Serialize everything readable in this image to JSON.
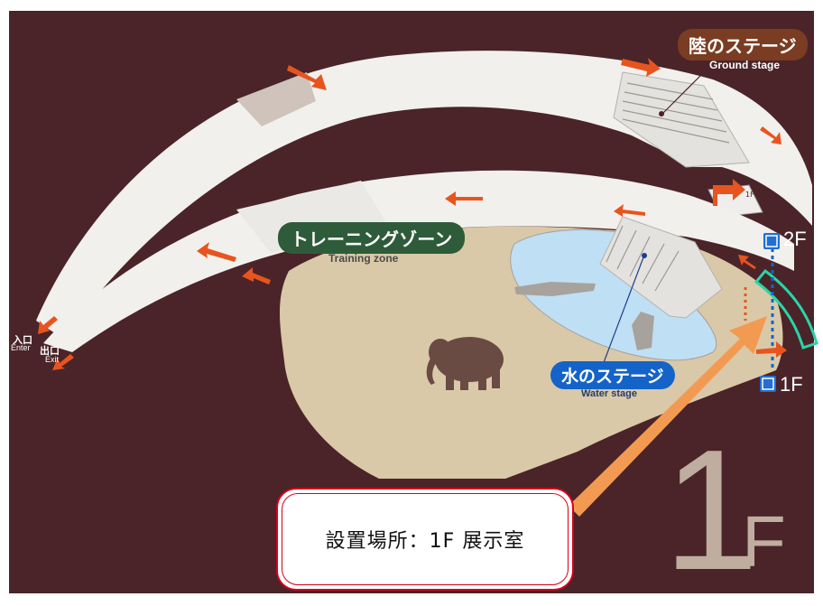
{
  "map": {
    "colors": {
      "background": "#ffffff",
      "map_bg": "#4a2428",
      "walkway": "#f2f0ec",
      "ground": "#d9c9a8",
      "water": "#bfdff5",
      "accent_arrow": "#e8541e",
      "callout_arrow": "#f39a52",
      "highlight": "#2ad4a8",
      "ground_stage_pill": "#7a3c22",
      "training_zone_pill": "#2e5c3a",
      "water_stage_pill": "#1463c8"
    },
    "labels": {
      "ground_stage_ja": "陸のステージ",
      "ground_stage_en": "Ground stage",
      "training_zone_ja": "トレーニングゾーン",
      "training_zone_en": "Training zone",
      "water_stage_ja": "水のステージ",
      "water_stage_en": "Water stage",
      "entrance_ja": "入口",
      "entrance_en": "Enter",
      "exit_ja": "出口",
      "exit_en": "Exit",
      "to_1f": "1Fへ",
      "floor_2f": "2F",
      "floor_1f": "1F",
      "big_floor_num": "1",
      "big_floor_letter": "F"
    },
    "icons": [
      "elevator-icon",
      "elephant-icon",
      "direction-arrow-icon"
    ]
  },
  "callout": {
    "text": "設置場所：1F 展示室"
  }
}
